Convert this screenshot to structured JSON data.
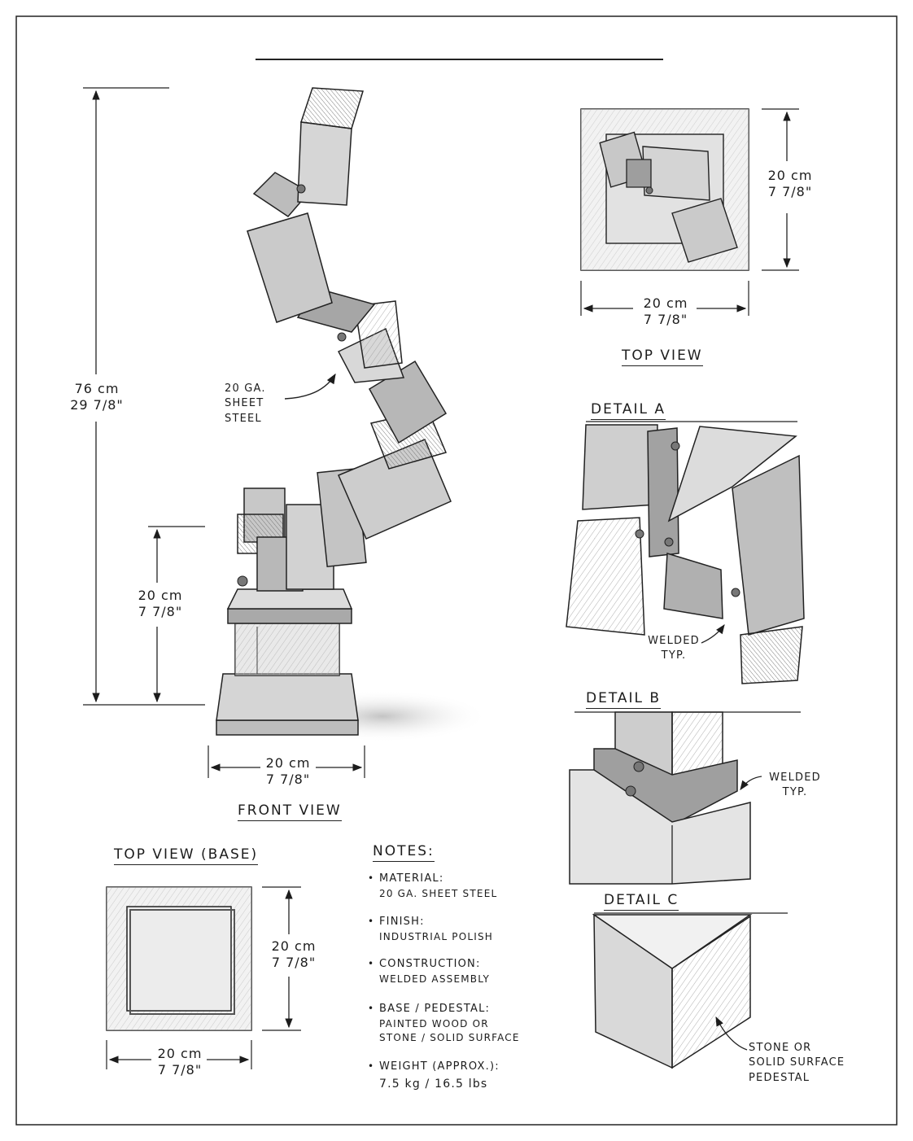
{
  "front_view": {
    "title": "FRONT VIEW",
    "height_total": {
      "cm": "76 cm",
      "in": "29 7/8\""
    },
    "height_base": {
      "cm": "20 cm",
      "in": "7 7/8\""
    },
    "width": {
      "cm": "20 cm",
      "in": "7 7/8\""
    },
    "callout_material": [
      "20 GA.",
      "SHEET",
      "STEEL"
    ]
  },
  "top_view": {
    "title": "TOP VIEW",
    "depth": {
      "cm": "20 cm",
      "in": "7 7/8\""
    },
    "width": {
      "cm": "20 cm",
      "in": "7 7/8\""
    }
  },
  "top_view_base": {
    "title": "TOP VIEW (BASE)",
    "depth": {
      "cm": "20 cm",
      "in": "7 7/8\""
    },
    "width": {
      "cm": "20 cm",
      "in": "7 7/8\""
    }
  },
  "detail_a": {
    "title": "DETAIL A",
    "callout": [
      "WELDED",
      "TYP."
    ]
  },
  "detail_b": {
    "title": "DETAIL B",
    "callout": [
      "WELDED",
      "TYP."
    ]
  },
  "detail_c": {
    "title": "DETAIL C",
    "callout": [
      "STONE OR",
      "SOLID SURFACE",
      "PEDESTAL"
    ]
  },
  "notes": {
    "heading": "NOTES:",
    "items": [
      {
        "label": "MATERIAL:",
        "value": "20 GA. SHEET STEEL"
      },
      {
        "label": "FINISH:",
        "value": "INDUSTRIAL POLISH"
      },
      {
        "label": "CONSTRUCTION:",
        "value": "WELDED ASSEMBLY"
      },
      {
        "label": "BASE / PEDESTAL:",
        "value": "PAINTED WOOD OR",
        "value2": "STONE / SOLID SURFACE"
      },
      {
        "label": "WEIGHT (APPROX.):",
        "value": "7.5 kg / 16.5 lbs"
      }
    ]
  }
}
